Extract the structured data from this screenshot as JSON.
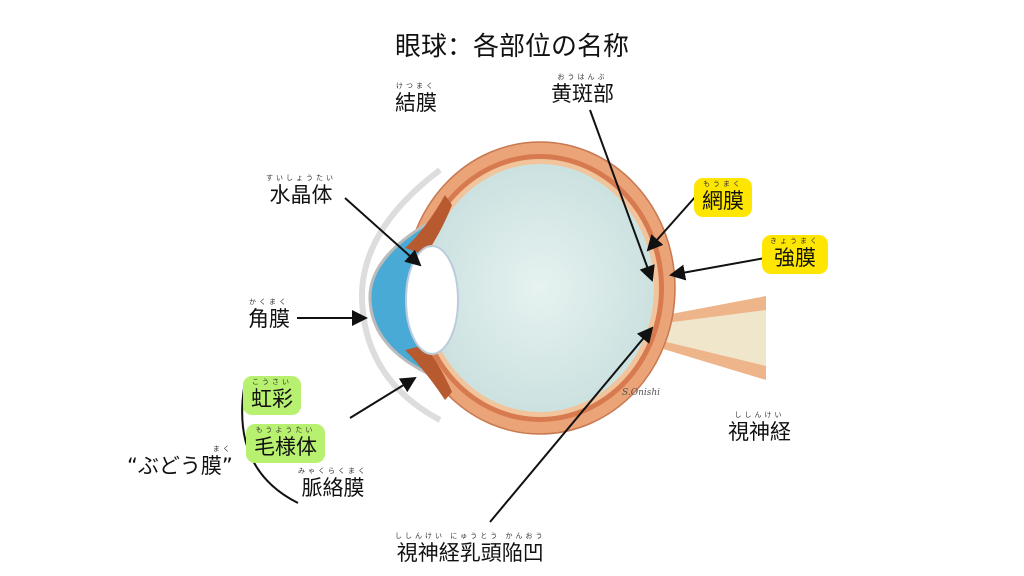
{
  "title": "眼球：各部位の名称",
  "signature": "S.Onishi",
  "labels": {
    "conjunctiva": {
      "text": "結膜",
      "ruby": "けつまく"
    },
    "macula": {
      "text": "黄斑部",
      "ruby": "おうはんぶ"
    },
    "lens": {
      "text": "水晶体",
      "ruby": "すいしょうたい"
    },
    "cornea": {
      "text": "角膜",
      "ruby": "かくまく"
    },
    "iris": {
      "text": "虹彩",
      "ruby": "こうさい"
    },
    "ciliary_body": {
      "text": "毛様体",
      "ruby": "もうようたい"
    },
    "uvea": {
      "text": "“ぶどう膜”",
      "ruby": "まく"
    },
    "choroid": {
      "text": "脈絡膜",
      "ruby": "みゃくらくまく"
    },
    "retina": {
      "text": "網膜",
      "ruby": "もうまく"
    },
    "sclera": {
      "text": "強膜",
      "ruby": "きょうまく"
    },
    "optic_nerve": {
      "text": "視神経",
      "ruby": "ししんけい"
    },
    "optic_cup": {
      "text": "視神経乳頭陥凹",
      "ruby": "ししんけい にゅうとう かんおう"
    }
  },
  "colors": {
    "highlight_yellow": "#ffe600",
    "highlight_green": "#b8f070",
    "sclera": "#e8a070",
    "vitreous": "#d4e8e6",
    "cornea_blue": "#4aaad6"
  }
}
